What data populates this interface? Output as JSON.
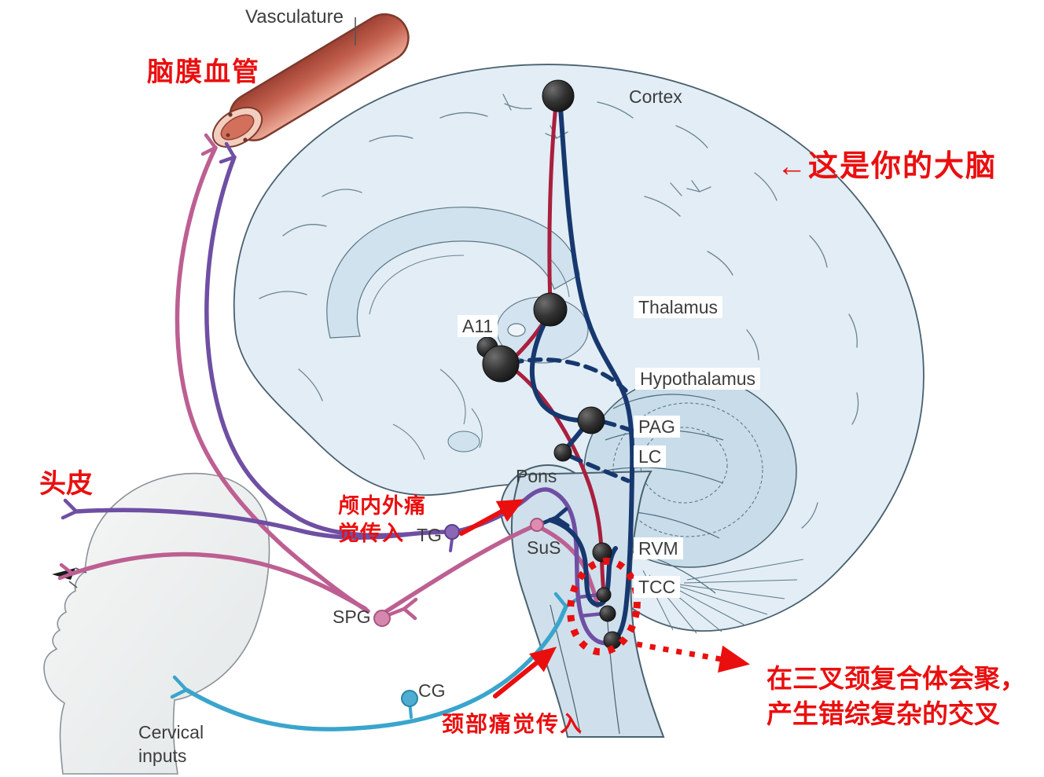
{
  "figure": {
    "labels": {
      "vasculature": "Vasculature",
      "cortex": "Cortex",
      "thalamus": "Thalamus",
      "a11": "A11",
      "hypothalamus": "Hypothalamus",
      "pag": "PAG",
      "lc": "LC",
      "pons": "Pons",
      "tg": "TG",
      "sus": "SuS",
      "rvm": "RVM",
      "tcc": "TCC",
      "spg": "SPG",
      "cg": "CG",
      "cervical_line1": "Cervical",
      "cervical_line2": "inputs"
    },
    "annotations": {
      "meningeal_vessels": "脑膜血管",
      "your_brain": "←这是你的大脑",
      "scalp": "头皮",
      "cranial_pain_line1": "颅内外痛",
      "cranial_pain_line2": "觉传入",
      "neck_pain": "颈部痛觉传入",
      "convergence_line1": "在三叉颈复合体会聚，",
      "convergence_line2": "产生错综复杂的交叉"
    },
    "colors": {
      "annotation_red": "#ea0f0f",
      "pathway_red": "#a91f3d",
      "pathway_navy": "#17386e",
      "pathway_purple": "#6f4fa3",
      "pathway_pink": "#bd5f92",
      "pathway_cyan": "#3aa5cc",
      "brain_fill": "#e2edf5",
      "brain_outline": "#49616f",
      "vessel_dark": "#9e4133",
      "vessel_light": "#edab99",
      "node_dark": "#1f1f1f"
    }
  }
}
